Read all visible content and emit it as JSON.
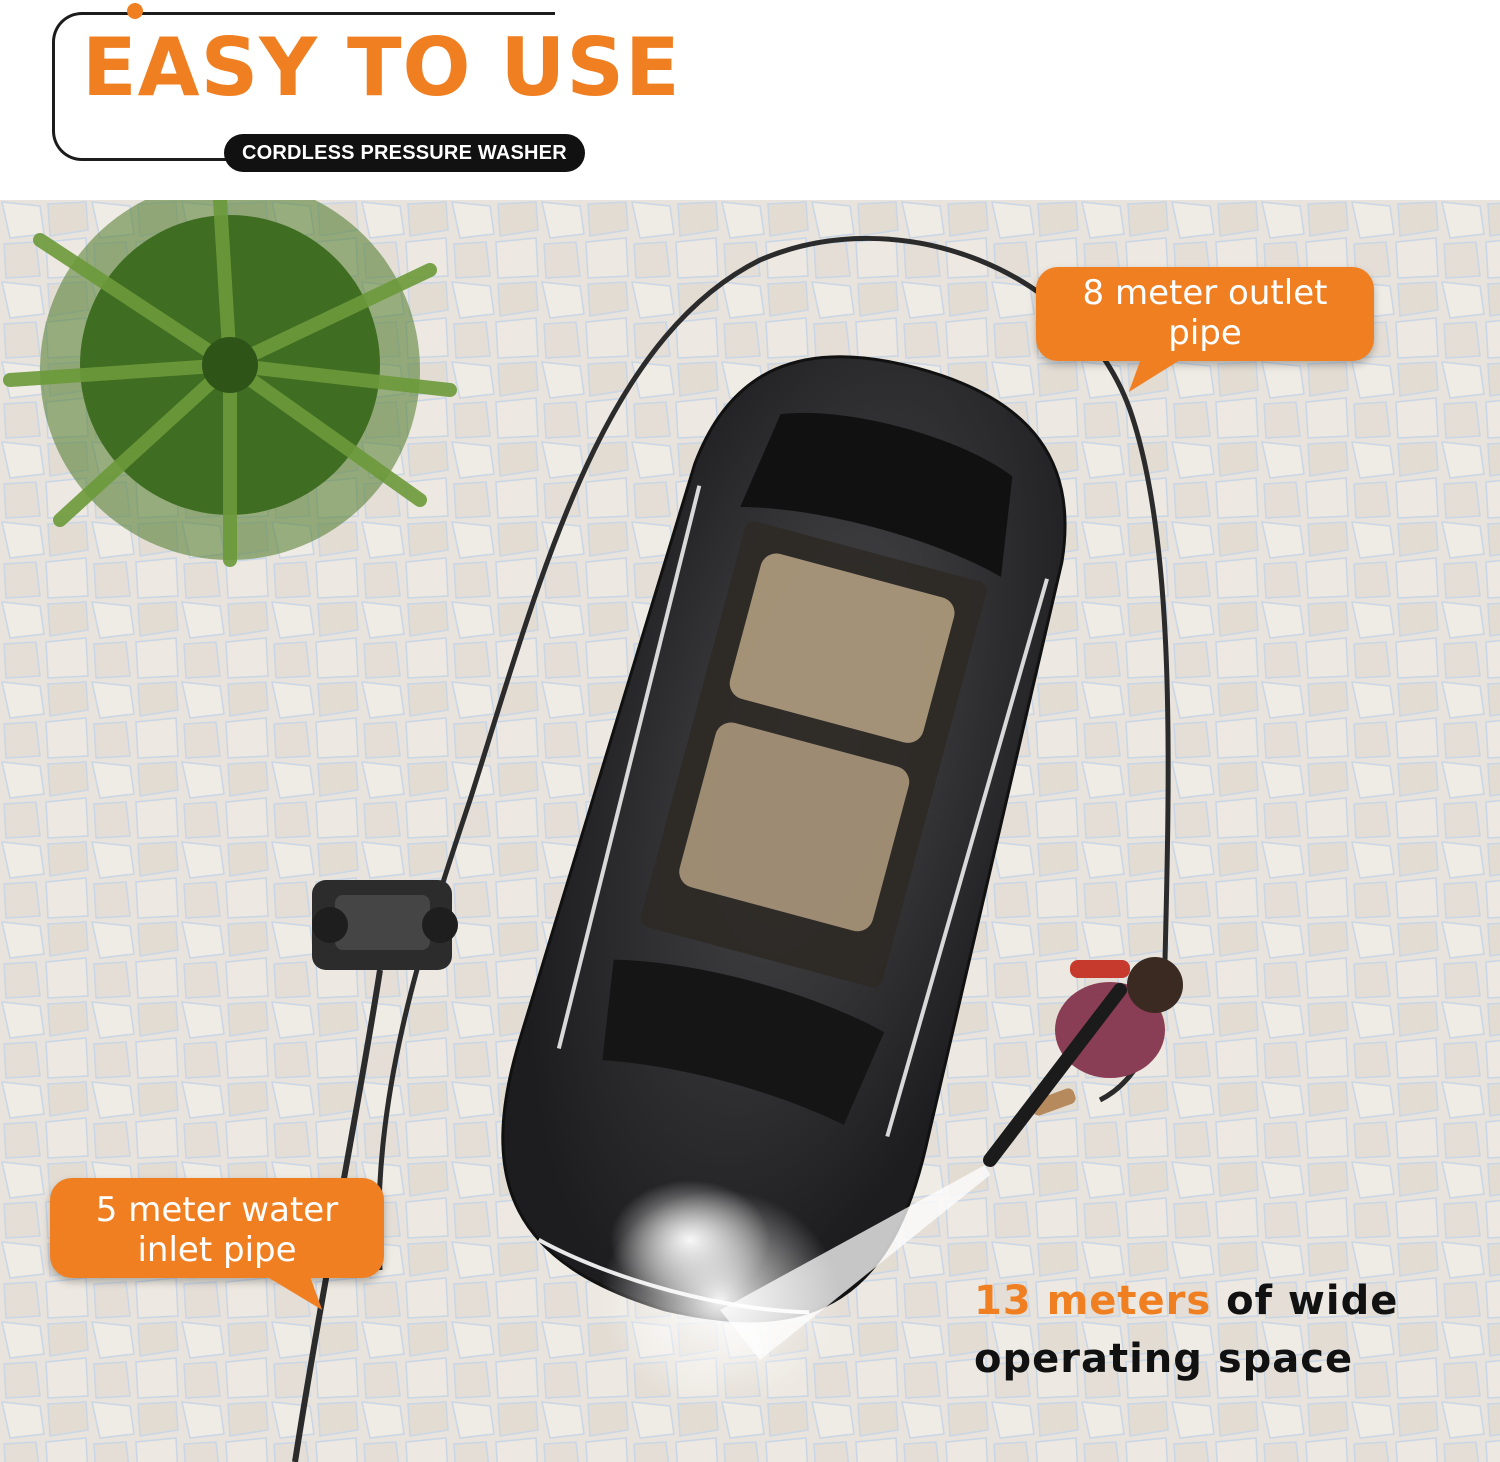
{
  "header": {
    "title": "EASY TO USE",
    "subtitle": "CORDLESS PRESSURE WASHER",
    "accent_color": "#f07f22"
  },
  "callouts": {
    "outlet_pipe_line1": "8 meter outlet",
    "outlet_pipe_line2": "pipe",
    "inlet_pipe_line1": "5 meter water",
    "inlet_pipe_line2": "inlet pipe"
  },
  "caption": {
    "highlight": "13 meters",
    "rest_line1": " of wide",
    "line2": "operating space"
  },
  "illustration": {
    "elements": [
      "palm-tree",
      "car-top-view",
      "pressure-washer-unit",
      "person-with-spray-gun",
      "water-spray",
      "hose"
    ]
  }
}
